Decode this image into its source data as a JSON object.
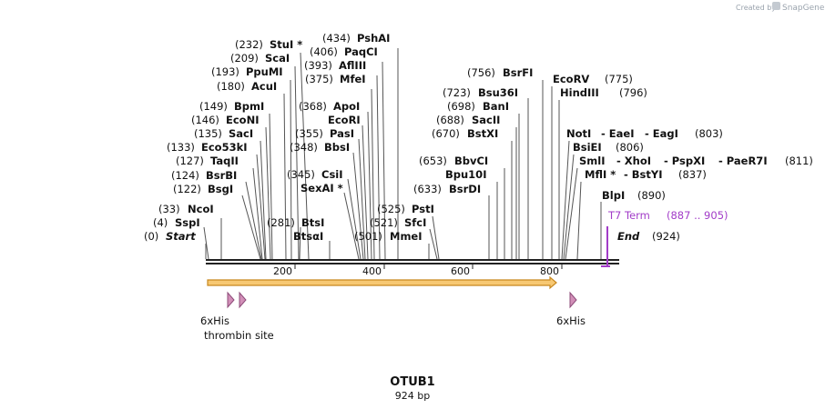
{
  "branding": {
    "created_by": "Created by",
    "app": "SnapGene"
  },
  "map": {
    "title": "OTUB1",
    "length_label": "924 bp",
    "length": 924,
    "ticks": [
      "200",
      "400",
      "600",
      "800"
    ]
  },
  "sites": {
    "start_pos": "(0)",
    "start": "Start",
    "sspi_pos": "(4)",
    "sspi": "SspI",
    "ncoi_pos": "(33)",
    "ncoi": "NcoI",
    "bsgi_pos": "(122)",
    "bsgi": "BsgI",
    "bsrbi_pos": "(124)",
    "bsrbi": "BsrBI",
    "taqii_pos": "(127)",
    "taqii": "TaqII",
    "eco53ki_pos": "(133)",
    "eco53ki": "Eco53kI",
    "saci_pos": "(135)",
    "saci": "SacI",
    "econi_pos": "(146)",
    "econi": "EcoNI",
    "bpmi_pos": "(149)",
    "bpmi": "BpmI",
    "acui_pos": "(180)",
    "acui": "AcuI",
    "ppumi_pos": "(193)",
    "ppumi": "PpuMI",
    "scai_pos": "(209)",
    "scai": "ScaI",
    "stui_pos": "(232)",
    "stui": "StuI *",
    "btsi_pos": "(281)",
    "btsi": "BtsI",
    "btsgi": "BtsαI",
    "sexai_pos": "(345)",
    "csii": "CsiI",
    "sexai": "SexAI *",
    "bbsi_pos": "(348)",
    "bbsi": "BbsI",
    "pasi_pos": "(355)",
    "pasi": "PasI",
    "ecori": "EcoRI",
    "apoi_pos": "(368)",
    "apoi": "ApoI",
    "mfei_pos": "(375)",
    "mfei": "MfeI",
    "afliii_pos": "(393)",
    "afliii": "AflIII",
    "paqci_pos": "(406)",
    "paqci": "PaqCI",
    "pshai_pos": "(434)",
    "pshai": "PshAI",
    "mmei_pos": "(501)",
    "mmei": "MmeI",
    "sfci_pos": "(521)",
    "sfci": "SfcI",
    "psti_pos": "(525)",
    "psti": "PstI",
    "bsrdi_pos": "(633)",
    "bsrdi": "BsrDI",
    "bpu10i": "Bpu10I",
    "bbvci_pos": "(653)",
    "bbvci": "BbvCI",
    "bstxi_pos": "(670)",
    "bstxi": "BstXI",
    "sacii_pos": "(688)",
    "sacii": "SacII",
    "bani_pos": "(698)",
    "bani": "BanI",
    "bsu36i_pos": "(723)",
    "bsu36i": "Bsu36I",
    "bsrfi_pos": "(756)",
    "bsrfi": "BsrFI",
    "ecorv": "EcoRV",
    "ecorv_pos": "(775)",
    "hindiii": "HindIII",
    "hindiii_pos": "(796)",
    "noti": "NotI",
    "eaei": "- EaeI",
    "eagi": "- EagI",
    "noti_pos": "(803)",
    "bsiei": "BsiEI",
    "bsiei_pos": "(806)",
    "smli": "SmlI",
    "xhoi": "- XhoI",
    "pspxi": "- PspXI",
    "paer7i": "- PaeR7I",
    "xhoi_pos": "(811)",
    "mfli": "MflI *",
    "bstyi": "- BstYI",
    "bstyi_pos": "(837)",
    "blpi": "BlpI",
    "blpi_pos": "(890)",
    "t7": "T7 Term",
    "t7_pos": "(887 .. 905)",
    "end": "End",
    "end_pos": "(924)"
  },
  "features": {
    "his1": "6xHis",
    "thrombin": "thrombin site",
    "his2": "6xHis"
  },
  "colors": {
    "orf_fill": "#f7c873",
    "orf_stroke": "#c8881f",
    "tag_fill": "#d28fb8",
    "t7": "#a23cc8"
  }
}
